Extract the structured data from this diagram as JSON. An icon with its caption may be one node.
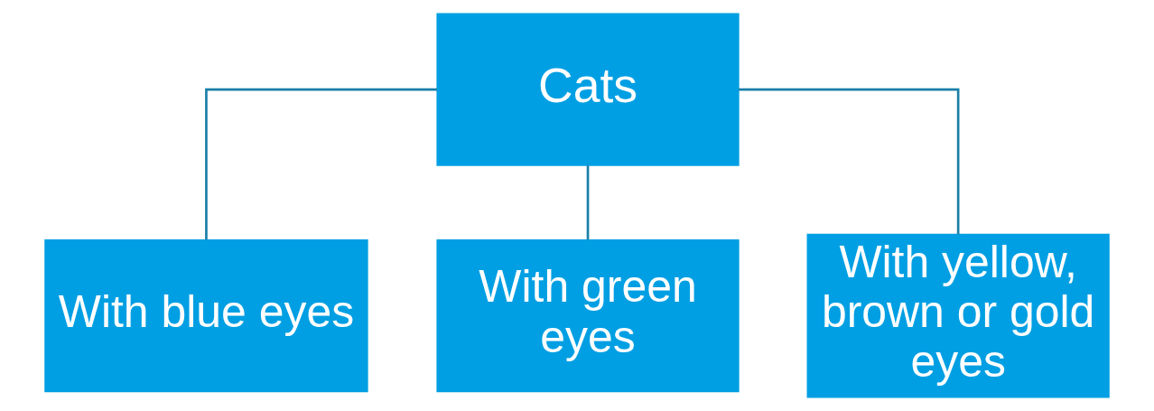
{
  "diagram": {
    "nodes": [
      {
        "text": [
          "Cats"
        ]
      },
      {
        "text": [
          "With blue eyes"
        ]
      },
      {
        "text": [
          "With green eyes"
        ]
      },
      {
        "text": [
          "With yellow, brown or gold eyes"
        ]
      }
    ],
    "edges": [
      {
        "from": 0,
        "to": 1,
        "arrow": "none"
      },
      {
        "from": 0,
        "to": 2,
        "arrow": "none"
      },
      {
        "from": 0,
        "to": 3,
        "arrow": "none"
      }
    ]
  }
}
